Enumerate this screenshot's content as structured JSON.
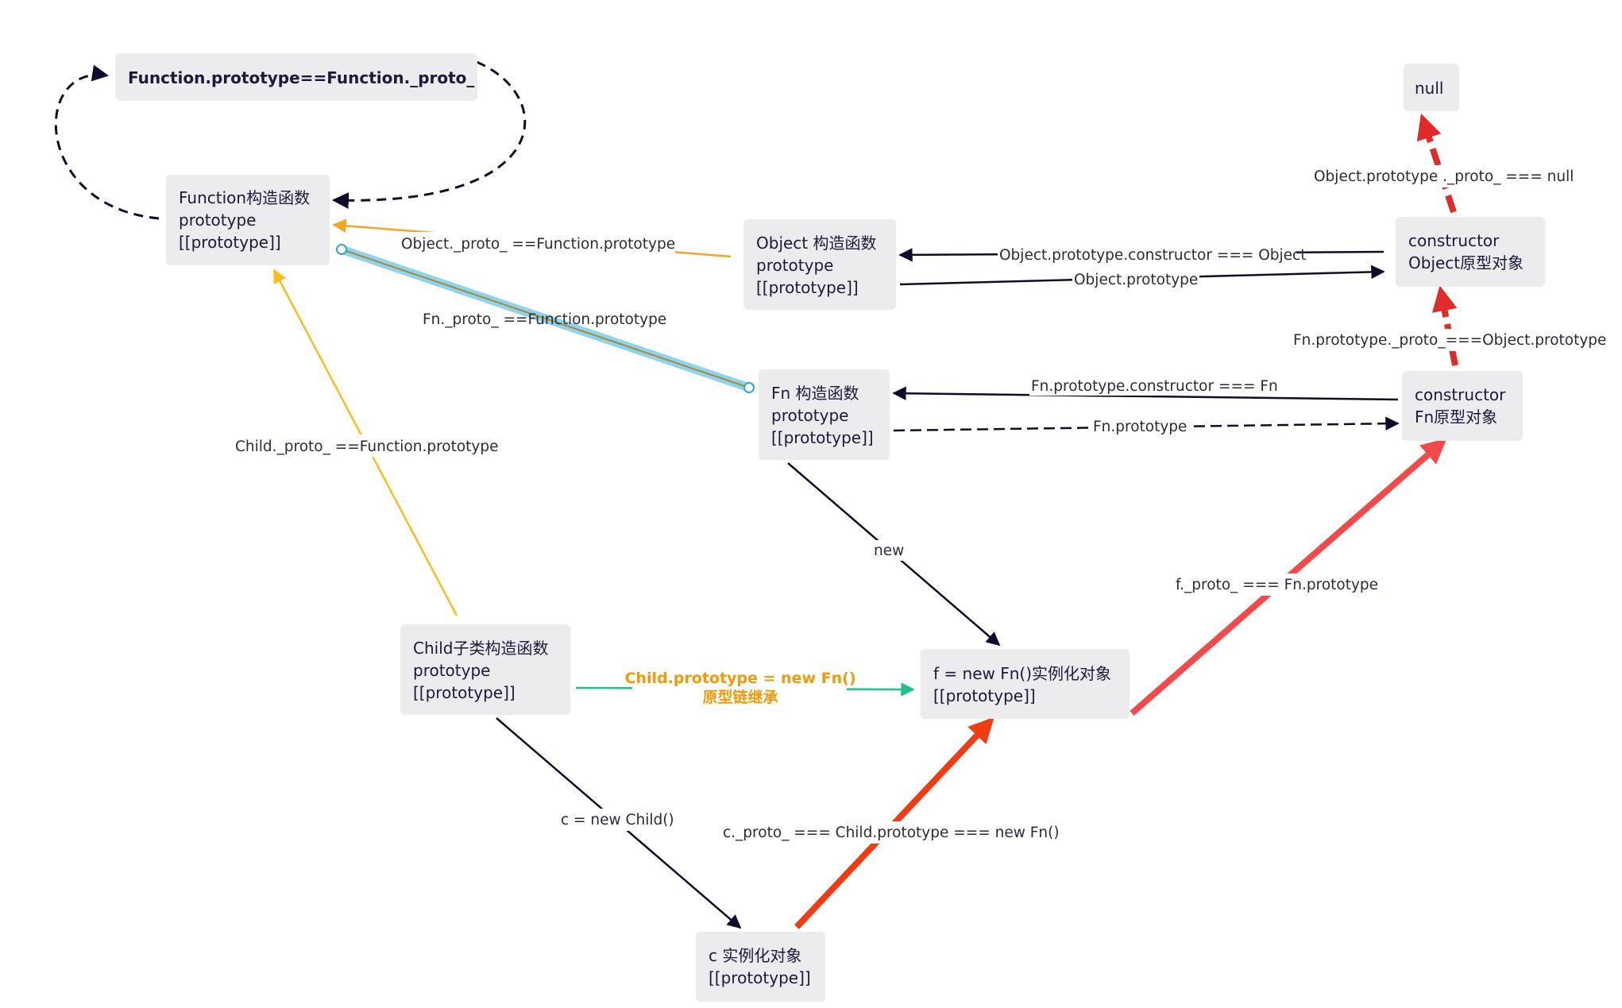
{
  "colors": {
    "node_fill": "#ecebee",
    "text_dark": "#1a1a3a",
    "red": "#e02b2b",
    "orange": "#f5a623",
    "yellow": "#f7be1e",
    "teal": "#1fbf8f",
    "blue_highlight": "#8fd3ee",
    "navy": "#0d0d2b",
    "bright_red": "#f24a4a",
    "orange_red": "#f03c12"
  },
  "nodes": {
    "function_proto_eq": {
      "lines": [
        "Function.prototype==Function._proto_"
      ]
    },
    "function_ctor": {
      "lines": [
        "Function构造函数",
        "prototype",
        "[[prototype]]"
      ]
    },
    "object_ctor": {
      "lines": [
        "Object 构造函数",
        "prototype",
        "[[prototype]]"
      ]
    },
    "null_node": {
      "lines": [
        "null"
      ]
    },
    "object_proto": {
      "lines": [
        "constructor",
        "Object原型对象"
      ]
    },
    "fn_ctor": {
      "lines": [
        "Fn 构造函数",
        "prototype",
        "[[prototype]]"
      ]
    },
    "fn_proto": {
      "lines": [
        "constructor",
        "Fn原型对象"
      ]
    },
    "child_ctor": {
      "lines": [
        "Child子类构造函数",
        "prototype",
        "[[prototype]]"
      ]
    },
    "f_instance": {
      "lines": [
        "f = new Fn()实例化对象",
        "[[prototype]]"
      ]
    },
    "c_instance": {
      "lines": [
        "c 实例化对象",
        "[[prototype]]"
      ]
    }
  },
  "edges": {
    "object_proto_to_function": "Object._proto_ ==Function.prototype",
    "fn_proto_to_function": "Fn._proto_ ==Function.prototype",
    "child_proto_to_function": "Child._proto_ ==Function.prototype",
    "object_prototype_proto_null": "Object.prototype ._proto_ === null",
    "object_constructor": "Object.prototype.constructor === Object",
    "object_prototype": "Object.prototype",
    "fn_prototype_proto": "Fn.prototype._proto_===Object.prototype",
    "fn_constructor": "Fn.prototype.constructor === Fn",
    "fn_prototype": "Fn.prototype",
    "new": "new",
    "f_proto": "f._proto_ === Fn.prototype",
    "child_inherit_line1": "Child.prototype = new Fn()",
    "child_inherit_line2": "原型链继承",
    "c_new_child": "c = new Child()",
    "c_proto": "c._proto_ === Child.prototype === new Fn()"
  }
}
